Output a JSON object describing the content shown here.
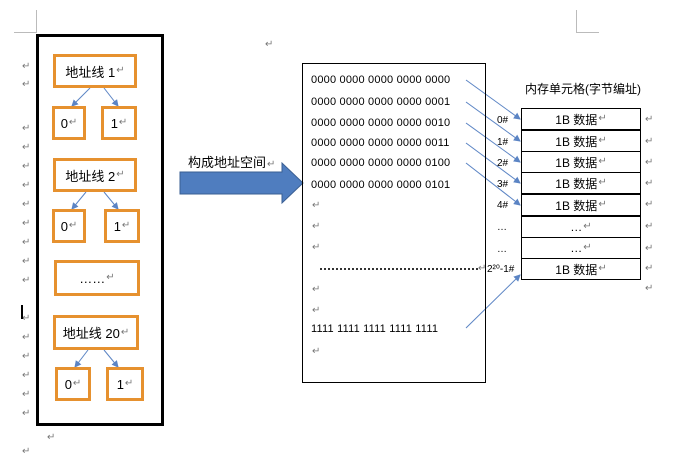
{
  "address_lines": [
    {
      "label": "地址线 1",
      "bit0": "0",
      "bit1": "1"
    },
    {
      "label": "地址线 2",
      "bit0": "0",
      "bit1": "1"
    },
    {
      "label": "地址线 20",
      "bit0": "0",
      "bit1": "1"
    }
  ],
  "ellipsis_box": "……",
  "arrow_label": "构成地址空间",
  "addresses": [
    "0000 0000 0000 0000 0000",
    "0000 0000 0000 0000 0001",
    "0000 0000 0000 0000 0010",
    "0000 0000 0000 0000 0011",
    "0000 0000 0000 0000 0100",
    "0000 0000 0000 0000 0101"
  ],
  "last_address": "1111 1111 1111 1111 1111",
  "memory_title": "内存单元格(字节编址)",
  "cell_indexes": [
    "0#",
    "1#",
    "2#",
    "3#",
    "4#",
    "…",
    "…",
    "2²⁰-1#"
  ],
  "cells": [
    "1B 数据",
    "1B 数据",
    "1B 数据",
    "1B 数据",
    "1B 数据",
    "…",
    "…",
    "1B 数据"
  ],
  "return_mark": "↵",
  "colors": {
    "box_border": "#e6912f",
    "arrow_fill": "#4f7dbf",
    "arrow_stroke": "#3a5f93",
    "connector": "#5b84c4"
  }
}
